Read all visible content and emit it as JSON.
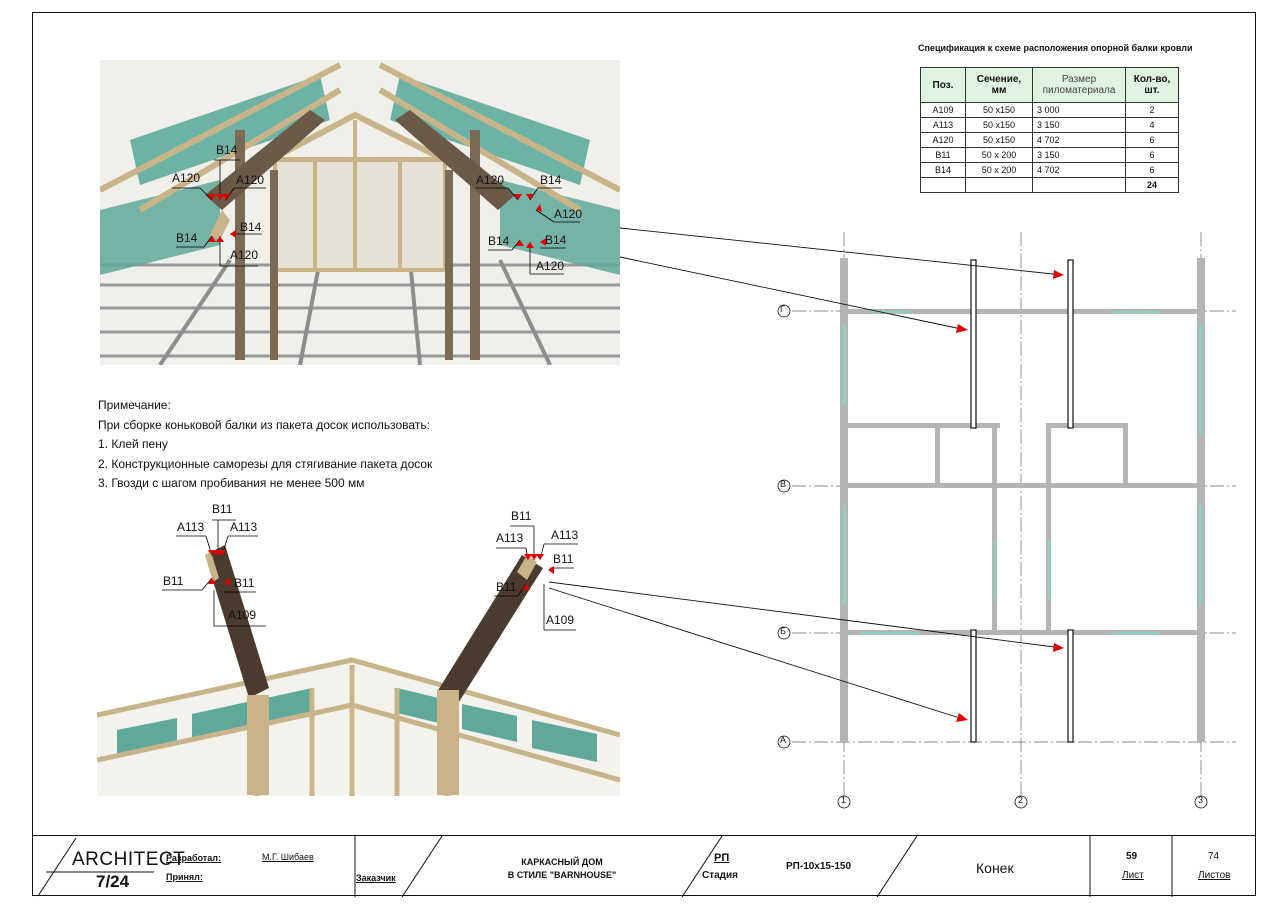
{
  "spec": {
    "title": "Спецификация к схеме расположения опорной балки кровли",
    "headers": [
      "Поз.",
      "Сечение, мм",
      "Размер пиломатериала",
      "Кол-во, шт."
    ],
    "rows": [
      [
        "А109",
        "50 х150",
        "3 000",
        "2"
      ],
      [
        "А113",
        "50 х150",
        "3 150",
        "4"
      ],
      [
        "А120",
        "50 х150",
        "4 702",
        "6"
      ],
      [
        "В11",
        "50 х 200",
        "3 150",
        "6"
      ],
      [
        "В14",
        "50 х 200",
        "4 702",
        "6"
      ]
    ],
    "total": "24"
  },
  "note": {
    "heading": "Примечание:",
    "intro": "При сборке коньковой балки из пакета досок использовать:",
    "items": [
      "1. Клей пену",
      "2. Конструкционные саморезы для стягивание пакета досок",
      "3. Гвозди с шагом пробивания не менее 500 мм"
    ]
  },
  "callouts_top": {
    "b14_a": "В14",
    "a120_a": "А120",
    "a120_b": "А120",
    "b14_b": "В14",
    "b14_c": "В14",
    "a120_c": "А120",
    "a120_d": "А120",
    "b14_d": "В14",
    "a120_e": "А120",
    "b14_e": "В14",
    "b14_f": "В14",
    "a120_f": "А120"
  },
  "callouts_bottom": {
    "b11_a": "В11",
    "a113_a": "А113",
    "a113_b": "А113",
    "b11_b": "В11",
    "b11_c": "В11",
    "a109_a": "А109",
    "b11_d": "В11",
    "a113_c": "А113",
    "a113_d": "А113",
    "b11_e": "В11",
    "b11_f": "В11",
    "a109_b": "А109"
  },
  "plan": {
    "rows": [
      "Г",
      "В",
      "Б",
      "А"
    ],
    "cols": [
      "1",
      "2",
      "3"
    ]
  },
  "titleblock": {
    "logo_top": "ARCHITECT",
    "logo_bottom": "7/24",
    "developed_label": "Разработал:",
    "developed_name": "М.Г. Шибаев",
    "accepted_label": "Принял:",
    "customer_label": "Заказчик",
    "project_line1": "КАРКАСНЫЙ ДОМ",
    "project_line2": "В СТИЛЕ \"BARNHOUSE\"",
    "stage_code": "РП",
    "stage_label": "Стадия",
    "doc_code": "РП-10х15-150",
    "sheet_title": "Конек",
    "sheet_no": "59",
    "sheet_label": "Лист",
    "sheets_total": "74",
    "sheets_label": "Листов"
  },
  "colors": {
    "teal": "#5fa89a",
    "wood": "#c9b48a",
    "dark_beam": "#4a3b2e",
    "arrow": "#e00000"
  }
}
